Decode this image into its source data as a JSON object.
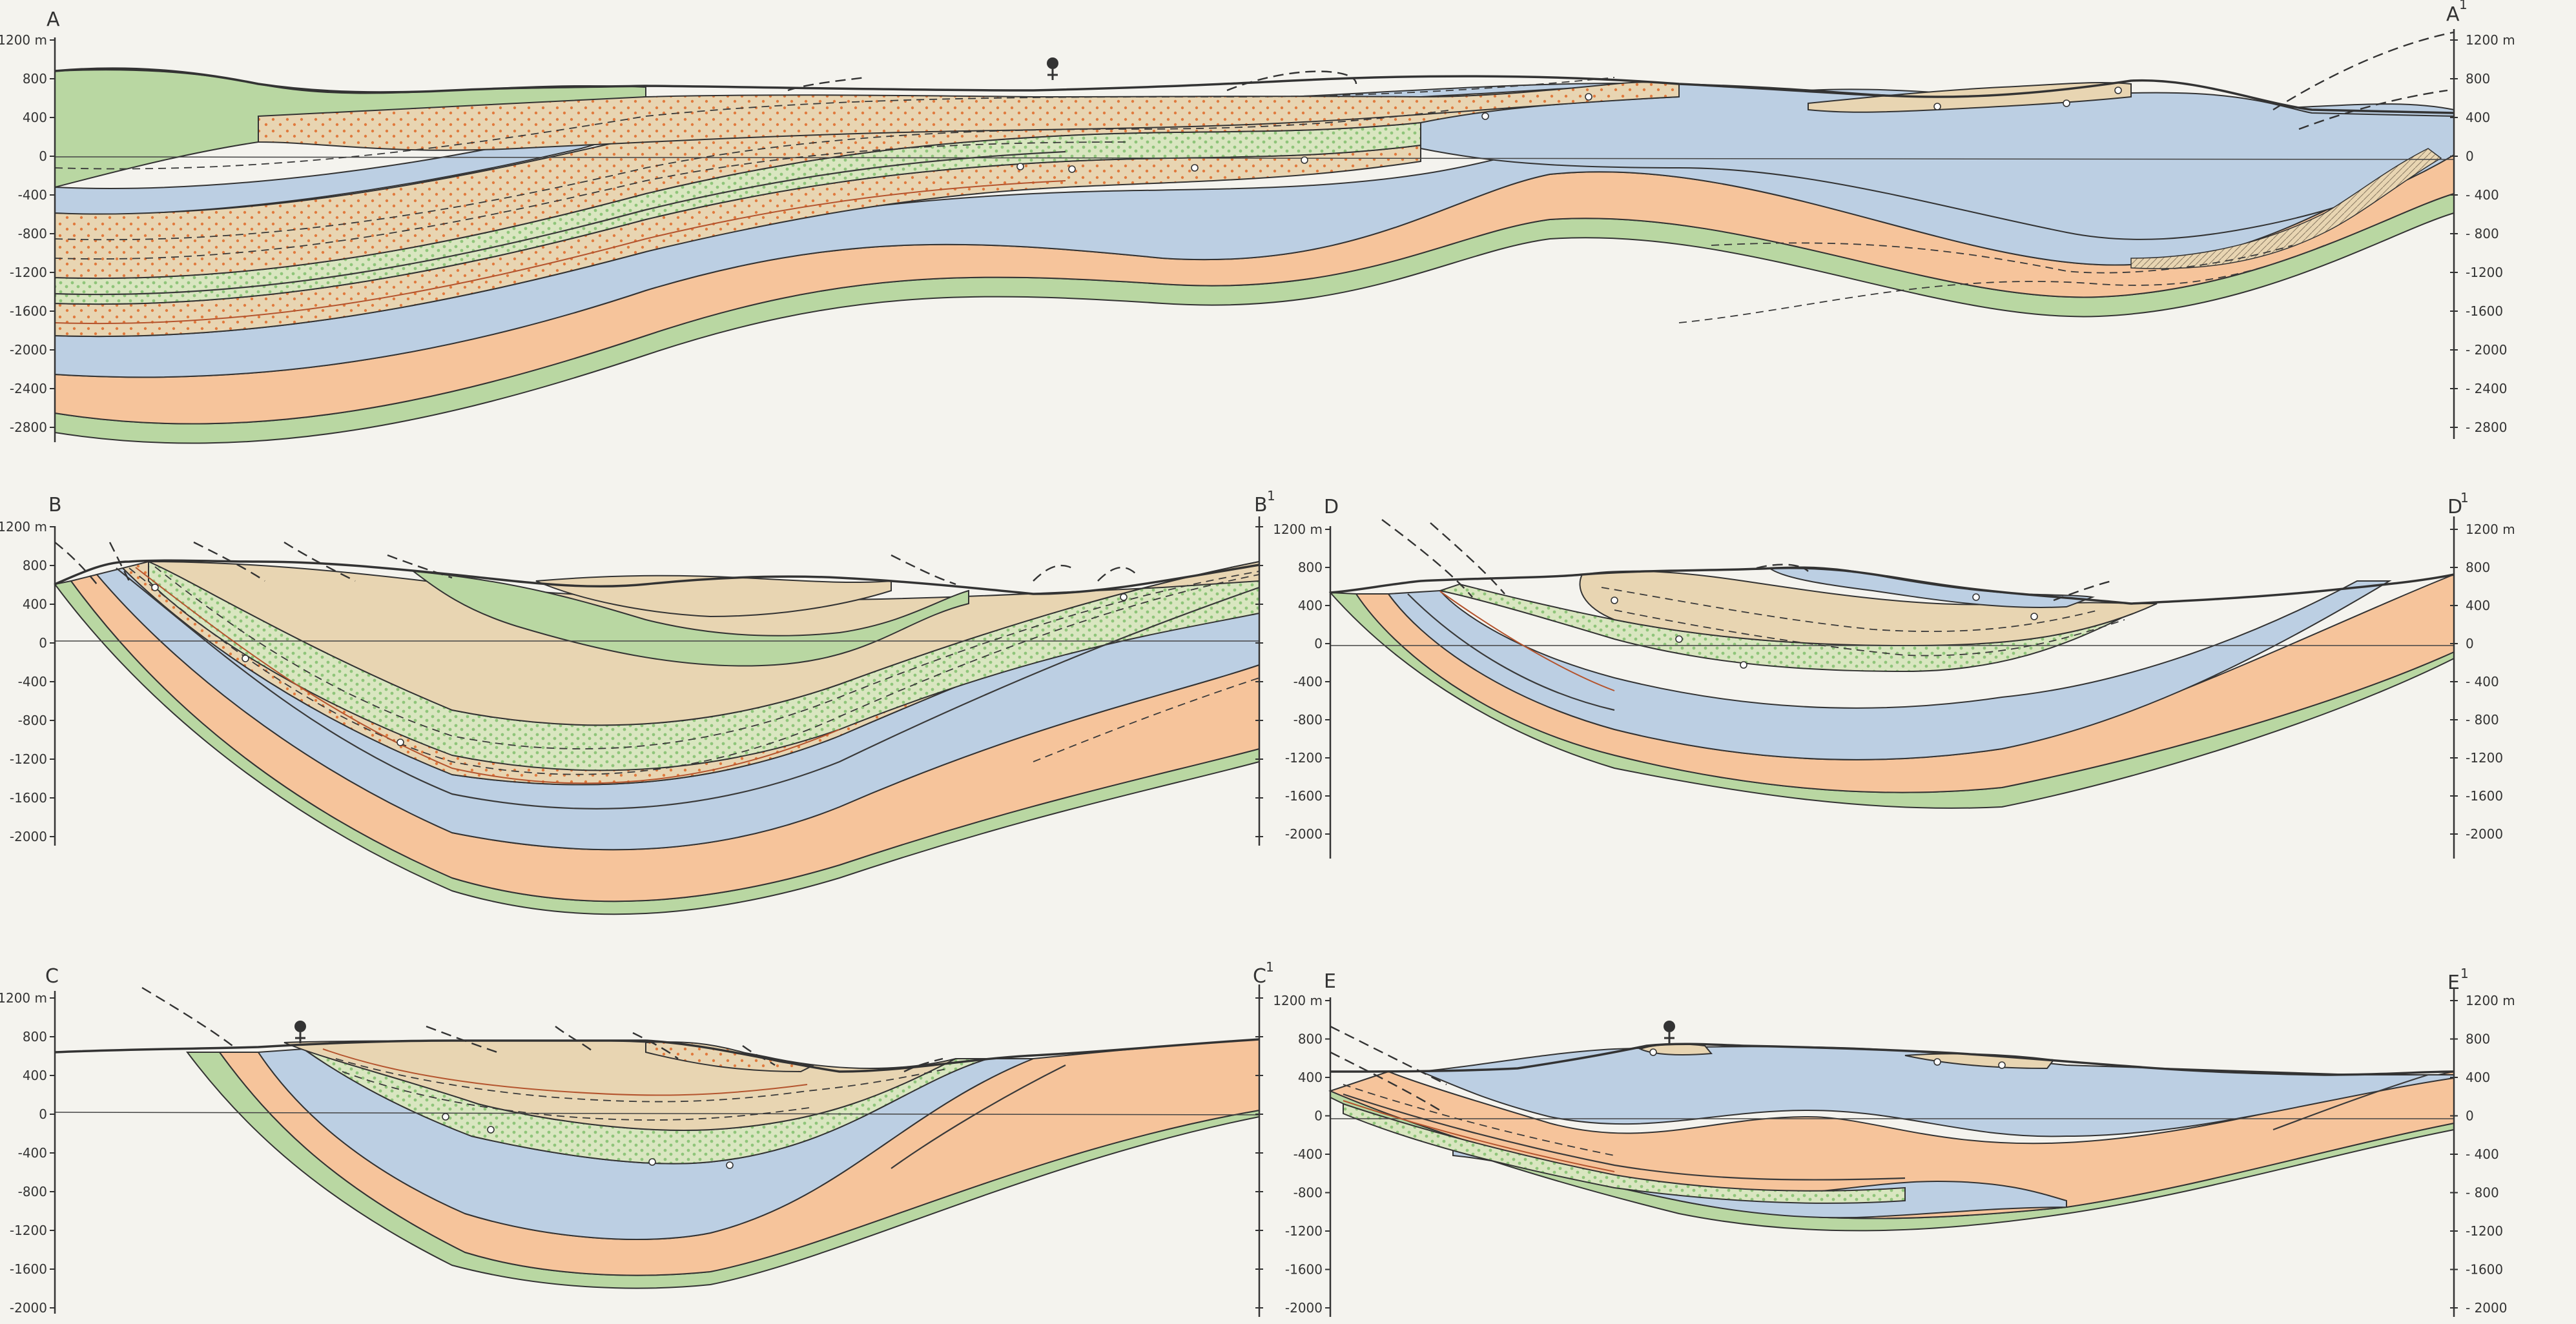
{
  "colors": {
    "background": "#f4f3ee",
    "green": "#b9d7a2",
    "orange": "#f6c49b",
    "blue": "#bccfe3",
    "tan": "#e8d5b2",
    "tan_dotted": "#e6cfa8",
    "dot_red": "#e07a3e",
    "dot_green": "#8fc57a",
    "line": "#333333"
  },
  "sections": [
    {
      "id": "A",
      "start_label": "A",
      "end_label": "A",
      "end_sup": "1",
      "unit": "m",
      "ticks": [
        "1200 m",
        "800",
        "400",
        "0",
        "-400",
        "-800",
        "-1200",
        "-1600",
        "-2000",
        "-2400",
        "-2800"
      ],
      "ticks_right": [
        "1200 m",
        "800",
        "400",
        "0",
        "- 400",
        "- 800",
        "-1200",
        "-1600",
        "- 2000",
        "- 2400",
        "- 2800"
      ],
      "symbol": "well-symbol"
    },
    {
      "id": "B",
      "start_label": "B",
      "end_label": "B",
      "end_sup": "1",
      "ticks": [
        "1200 m",
        "800",
        "400",
        "0",
        "-400",
        "-800",
        "-1200",
        "-1600",
        "-2000"
      ]
    },
    {
      "id": "D",
      "start_label": "D",
      "end_label": "D",
      "end_sup": "1",
      "ticks": [
        "1200 m",
        "800",
        "400",
        "0",
        "-400",
        "-800",
        "-1200",
        "-1600",
        "-2000"
      ],
      "ticks_right": [
        "1200 m",
        "800",
        "400",
        "0",
        "- 400",
        "- 800",
        "-1200",
        "-1600",
        "-2000"
      ]
    },
    {
      "id": "C",
      "start_label": "C",
      "end_label": "C",
      "end_sup": "1",
      "ticks": [
        "1200 m",
        "800",
        "400",
        "0",
        "-400",
        "-800",
        "-1200",
        "-1600",
        "-2000"
      ],
      "symbol": "well-symbol"
    },
    {
      "id": "E",
      "start_label": "E",
      "end_label": "E",
      "end_sup": "1",
      "ticks": [
        "1200 m",
        "800",
        "400",
        "0",
        "-400",
        "-800",
        "-1200",
        "-1600",
        "-2000"
      ],
      "ticks_right": [
        "1200 m",
        "800",
        "400",
        "0",
        "- 400",
        "- 800",
        "-1200",
        "-1600",
        "- 2000"
      ],
      "symbol": "well-symbol"
    }
  ]
}
